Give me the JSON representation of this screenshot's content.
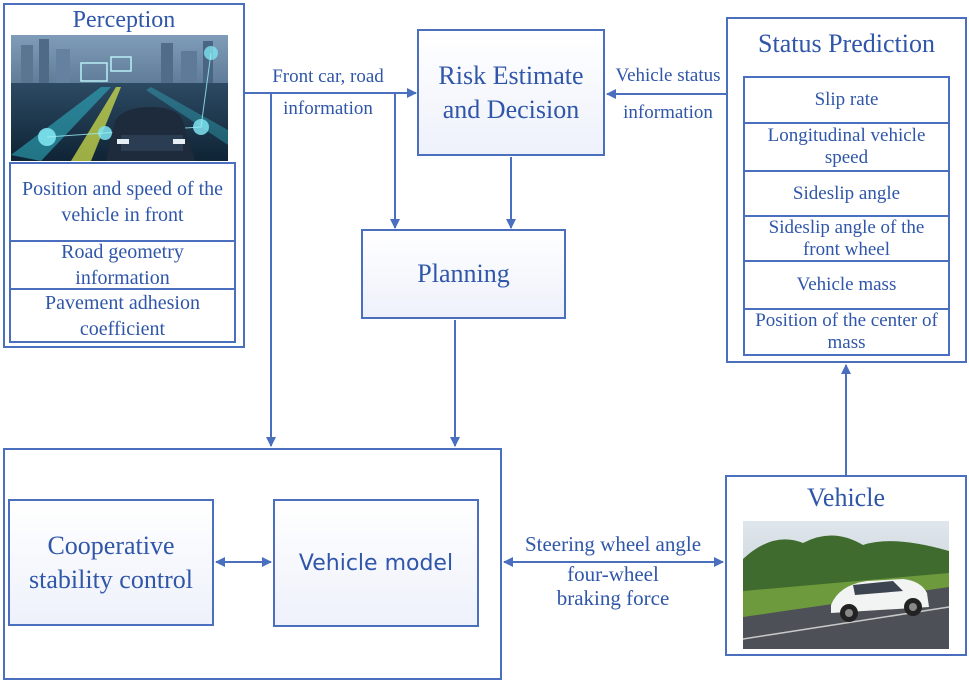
{
  "perception": {
    "title": "Perception",
    "items": [
      "Position and speed of the vehicle in front",
      "Road geometry information",
      "Pavement adhesion coefficient"
    ]
  },
  "risk": {
    "title": "Risk Estimate and Decision"
  },
  "planning": {
    "title": "Planning"
  },
  "status": {
    "title": "Status Prediction",
    "items": [
      "Slip rate",
      "Longitudinal vehicle speed",
      "Sideslip angle",
      "Sideslip angle of the front wheel",
      "Vehicle mass",
      "Position of the center of mass"
    ]
  },
  "control": {
    "title": "Cooperative stability control"
  },
  "model": {
    "title": "Vehicle model"
  },
  "vehicle": {
    "title": "Vehicle"
  },
  "labels": {
    "front_car_line1": "Front car, road",
    "front_car_line2": "information",
    "status_info_line1": "Vehicle status",
    "status_info_line2": "information",
    "steering_line1": "Steering wheel angle",
    "steering_line2": "four-wheel",
    "steering_line3": "braking force"
  }
}
